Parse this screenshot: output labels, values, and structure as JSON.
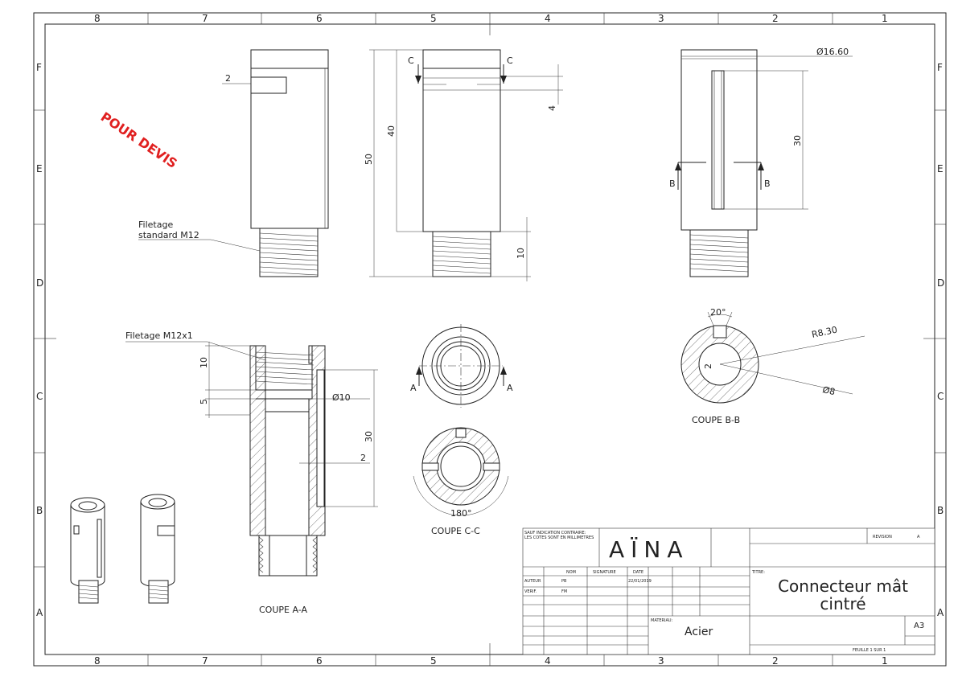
{
  "stamp": "POUR DEVIS",
  "zones": {
    "columns": [
      "8",
      "7",
      "6",
      "5",
      "4",
      "3",
      "2",
      "1"
    ],
    "rows": [
      "F",
      "E",
      "D",
      "C",
      "B",
      "A"
    ]
  },
  "callouts": {
    "thread_std_1": "Filetage",
    "thread_std_2": "standard M12",
    "thread_m12x1": "Filetage M12x1"
  },
  "dimensions": {
    "slot_w": "2",
    "overall": "50",
    "body": "40",
    "groove": "4",
    "thread_len": "10",
    "diameter": "Ø16.60",
    "slot_len": "30",
    "sec_10": "10",
    "sec_5": "5",
    "bore": "Ø10",
    "sec_30": "30",
    "sec_2": "2",
    "angle20": "20°",
    "radius": "R8.30",
    "dia8": "Ø8",
    "small2": "2",
    "angle180": "180°"
  },
  "section_marks": {
    "c": "C",
    "b": "B",
    "a": "A"
  },
  "captions": {
    "coupe_aa": "COUPE A-A",
    "coupe_bb": "COUPE B-B",
    "coupe_cc": "COUPE C-C"
  },
  "title_block": {
    "note_1": "SAUF INDICATION CONTRAIRE:",
    "note_2": "LES COTES SONT EN MILLIMETRES",
    "logo": "ΑΪΝΑ",
    "revision_label": "REVISION",
    "revision": "A",
    "col_nom": "NOM",
    "col_signature": "SIGNATURE",
    "col_date": "DATE",
    "row_auteur": "AUTEUR",
    "auteur": "PB",
    "date": "22/01/2019",
    "row_verif": "VERIF.",
    "verif": "FM",
    "titre_label": "TITRE:",
    "title_1": "Connecteur mât",
    "title_2": "cintré",
    "materiau_label": "MATERIAU:",
    "materiau": "Acier",
    "format": "A3",
    "sheet": "FEUILLE 1 SUR 1"
  }
}
